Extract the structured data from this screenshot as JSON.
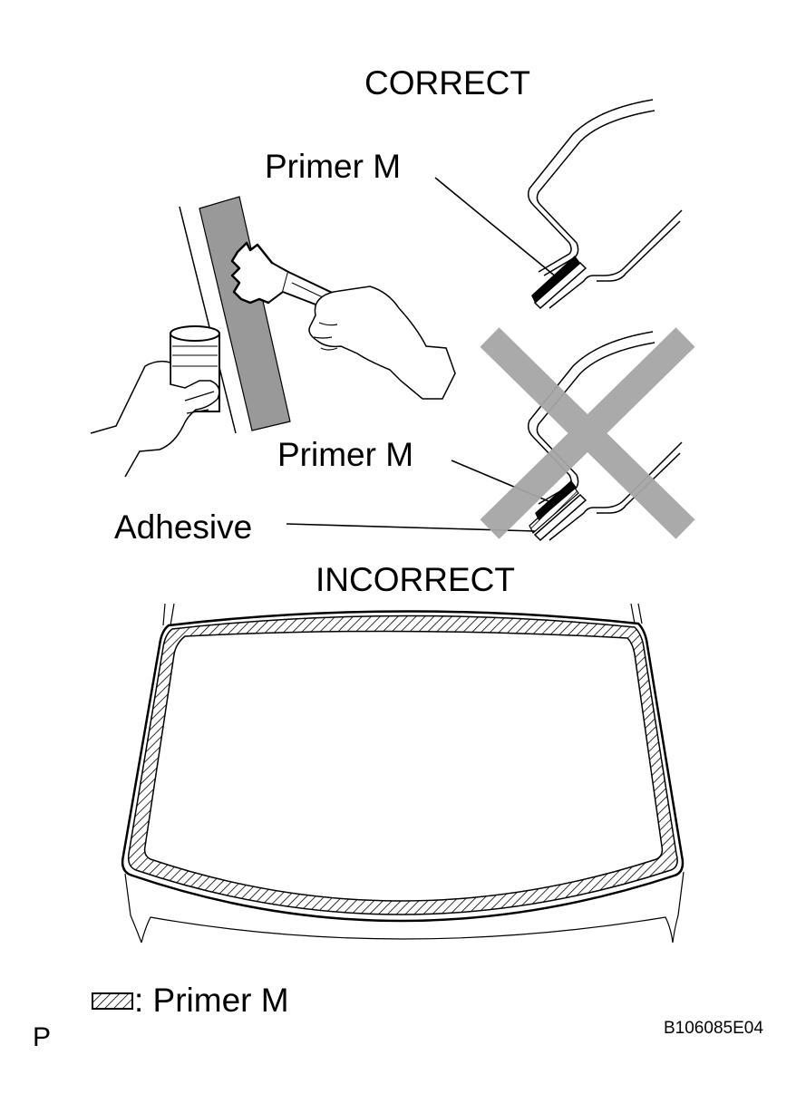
{
  "labels": {
    "correct": "CORRECT",
    "incorrect": "INCORRECT",
    "primer_upper": "Primer M",
    "primer_lower": "Primer M",
    "adhesive": "Adhesive",
    "legend": ": Primer M",
    "corner_letter": "P",
    "figure_code": "B106085E04"
  },
  "colors": {
    "ink": "#000000",
    "primer_band": "#999999",
    "incorrect_cross": "#a6a6a6"
  },
  "icons": {
    "brush": "paint-brush-icon",
    "cup": "primer-cup-icon",
    "cross": "incorrect-x-icon"
  }
}
